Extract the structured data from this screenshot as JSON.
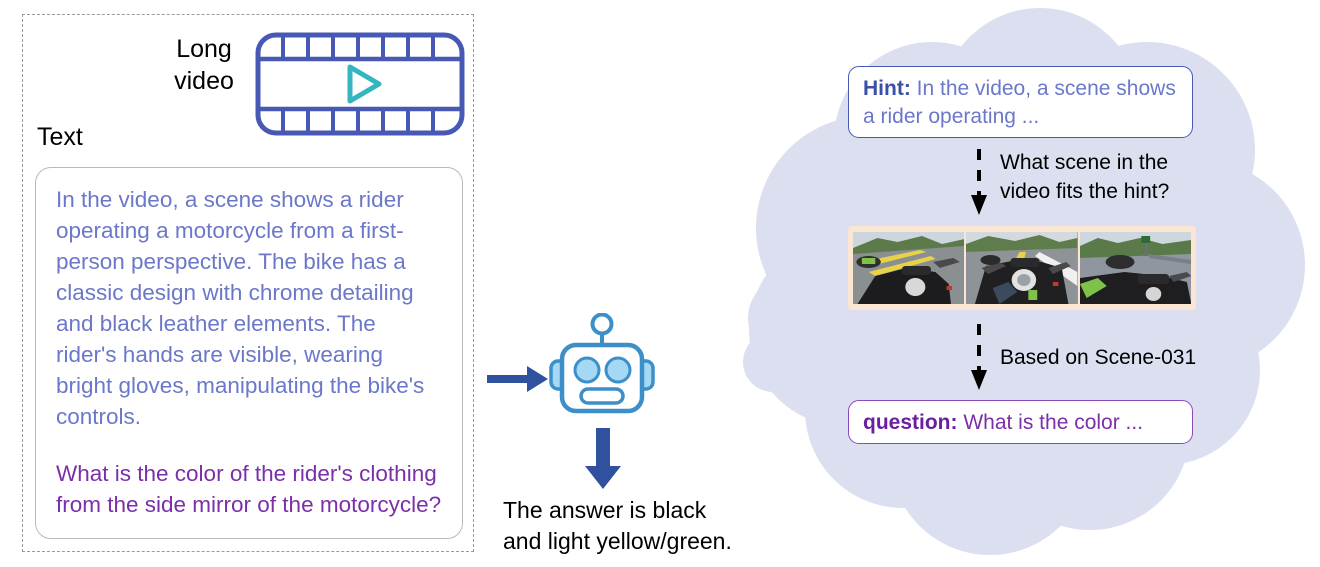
{
  "left_panel": {
    "long_video_label": "Long\nvideo",
    "text_label": "Text",
    "video_icon_name": "film-strip-play-icon",
    "description": "In the video, a scene shows a rider operating a motorcycle from a first-person perspective. The bike has a classic design with chrome detailing and black leather elements. The rider's hands are visible, wearing bright gloves, manipulating the bike's controls.",
    "question": "What is the color of the rider's clothing from the side mirror of the motorcycle?"
  },
  "center": {
    "arrow_right_name": "arrow-right-icon",
    "robot_icon_name": "robot-icon",
    "arrow_down_name": "arrow-down-icon",
    "answer": "The answer is black\nand light yellow/green."
  },
  "cloud": {
    "hint_prefix": "Hint:",
    "hint_text": " In the video, a scene shows a rider operating ...",
    "step1_label": "What scene in the\nvideo fits the hint?",
    "step2_label": "Based on Scene-031",
    "question_prefix": "question:",
    "question_text": " What is the color ...",
    "thumbnails": [
      {
        "caption": "motorcycle-pov-frame-1"
      },
      {
        "caption": "motorcycle-pov-frame-2"
      },
      {
        "caption": "motorcycle-pov-frame-3"
      }
    ]
  },
  "colors": {
    "cloud_fill": "#dcdff0",
    "blue_text": "#6b78c9",
    "blue_bold": "#3a4fa8",
    "purple_text": "#7b2fa8",
    "purple_border": "#8c4ab8",
    "film_blue": "#4759b5",
    "play_teal": "#35b5c0",
    "robot_blue": "#3d8fc9",
    "robot_eye": "#a5d8f5",
    "arrow_navy": "#2f519e",
    "thumb_frame": "#fae6d2",
    "dashed_border": "#9a9a9a",
    "card_border": "#b9b9b9"
  }
}
